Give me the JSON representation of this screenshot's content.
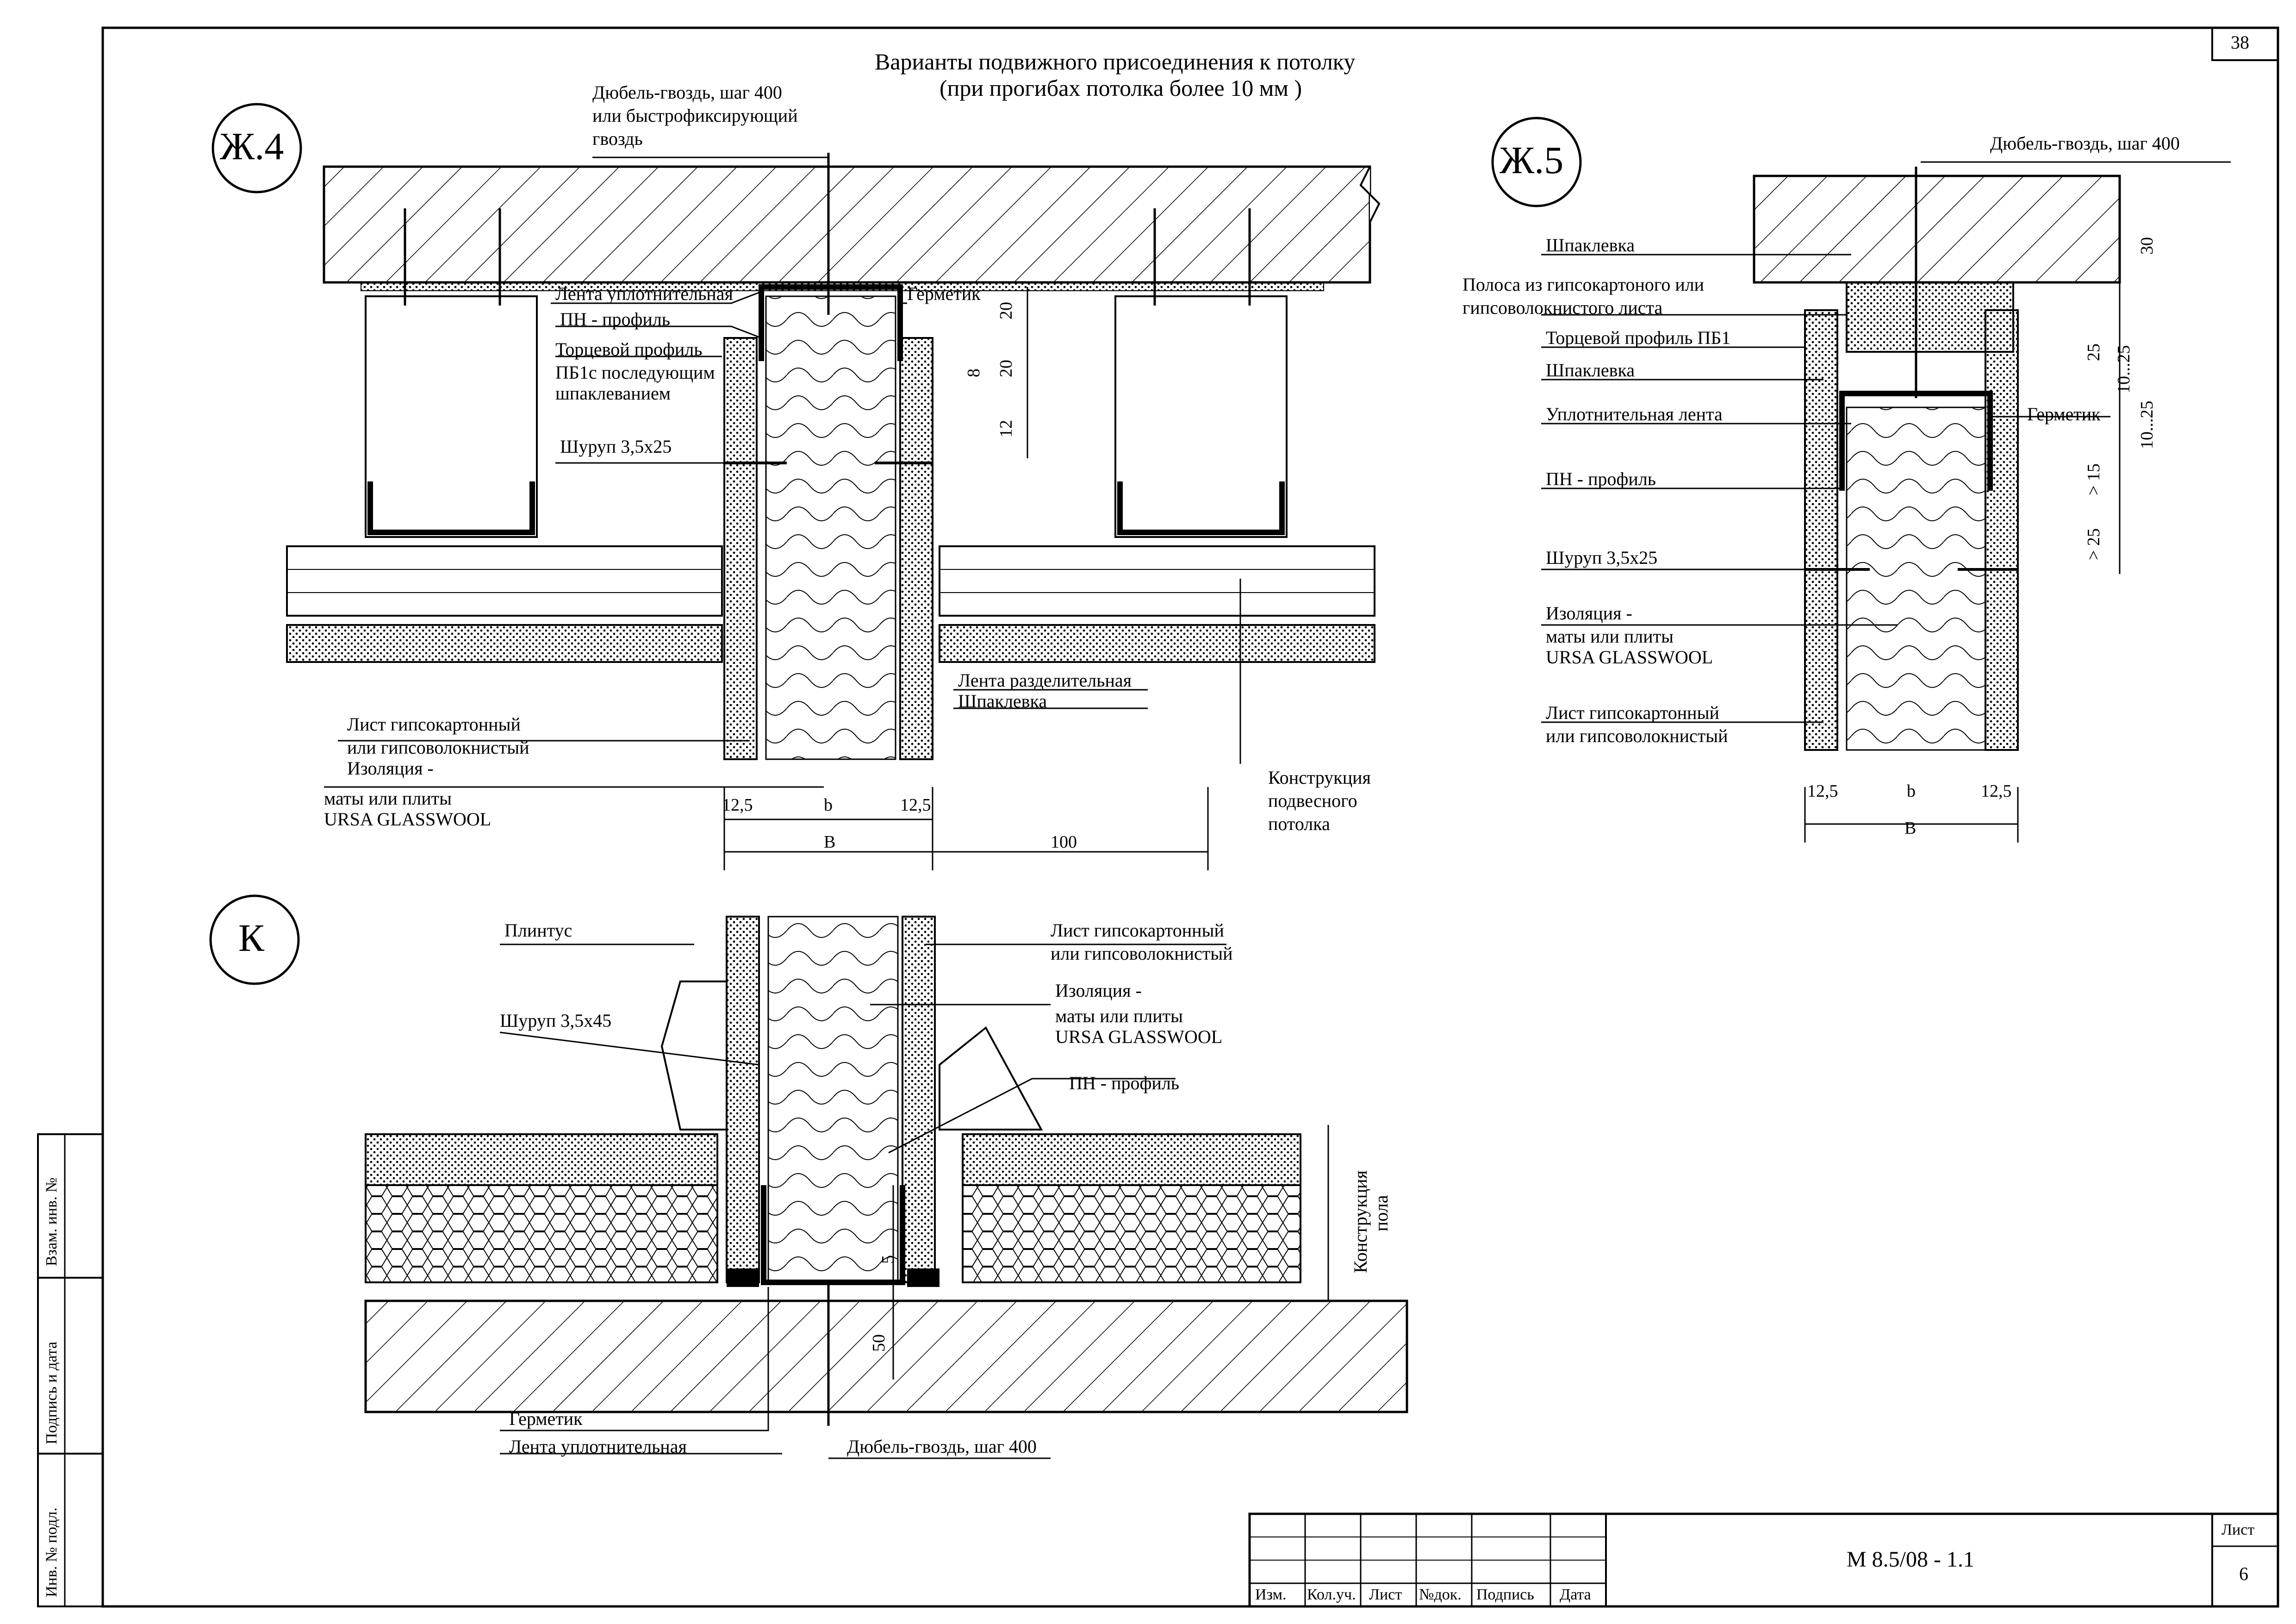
{
  "sheet": {
    "page_number": "38",
    "title_line1": "Варианты подвижного присоединения к потолку",
    "title_line2": "(при прогибах потолка более 10 мм )"
  },
  "node_zh4": {
    "id": "Ж.4",
    "dowel_label": "Дюбель-гвоздь, шаг 400",
    "dowel_label_2": "или быстрофиксирующий",
    "dowel_label_3": "гвоздь",
    "tape_label": "Лента уплотнительная",
    "sealant_label": "Герметик",
    "pn_profile_label": "ПН - профиль",
    "end_profile_label": "Торцевой профиль",
    "end_profile_label_2": "ПБ1с последующим",
    "end_profile_label_3": "шпаклеванием",
    "screw_label": "Шуруп 3,5х25",
    "separation_tape_label": "Лента разделительная",
    "putty_label": "Шпаклевка",
    "gypsum_sheet_label": "Лист гипсокартонный",
    "gypsum_sheet_label_2": "или гипсоволокнистый",
    "insulation_label": "Изоляция -",
    "insulation_label_2": "маты или плиты",
    "insulation_label_3": "URSA GLASSWOOL",
    "ceiling_construction_label": "Конструкция",
    "ceiling_construction_label_2": "подвесного",
    "ceiling_construction_label_3": "потолка",
    "dims": {
      "d20a": "20",
      "d20b": "20",
      "d8": "8",
      "d12": "12",
      "d125a": "12,5",
      "b": "b",
      "d125b": "12,5",
      "B": "B",
      "d100": "100"
    }
  },
  "node_zh5": {
    "id": "Ж.5",
    "dowel_label": "Дюбель-гвоздь, шаг 400",
    "putty_label": "Шпаклевка",
    "strip_label": "Полоса из гипсокартоного  или",
    "strip_label_2": "гипсоволокнистого листа",
    "end_profile_label": "Торцевой профиль ПБ1",
    "putty_label_2": "Шпаклевка",
    "sealing_tape_label": "Уплотнительная лента",
    "sealant_label": "Герметик",
    "pn_profile_label": "ПН - профиль",
    "screw_label": "Шуруп 3,5х25",
    "insulation_label": "Изоляция -",
    "insulation_label_2": "маты или плиты",
    "insulation_label_3": "URSA GLASSWOOL",
    "gypsum_sheet_label": "Лист гипсокартонный",
    "gypsum_sheet_label_2": "или гипсоволокнистый",
    "dims": {
      "d30": "30",
      "d25a": "25",
      "d1025a": "10...25",
      "d1025b": "10...25",
      "d15": "> 15",
      "d25b": "> 25",
      "d125a": "12,5",
      "b": "b",
      "d125b": "12,5",
      "B": "B"
    }
  },
  "node_k": {
    "id": "К",
    "plinth_label": "Плинтус",
    "screw_label": "Шуруп 3,5х45",
    "gypsum_sheet_label": "Лист гипсокартонный",
    "gypsum_sheet_label_2": "или гипсоволокнистый",
    "insulation_label": "Изоляция -",
    "insulation_label_2": "маты или плиты",
    "insulation_label_3": "URSA GLASSWOOL",
    "pn_profile_label": "ПН - профиль",
    "floor_construction_label": "Конструкция",
    "floor_construction_label_2": "пола",
    "sealant_label": "Герметик",
    "tape_label": "Лента уплотнительная",
    "dowel_label": "Дюбель-гвоздь, шаг 400",
    "dims": {
      "d5": "5",
      "d50": "50"
    }
  },
  "side_stamp": {
    "replaces": "Взам. инв. №",
    "signature_date": "Подпись и дата",
    "inventory": "Инв. № подл."
  },
  "title_block": {
    "headers": [
      "Изм.",
      "Кол.уч.",
      "Лист",
      "№док.",
      "Подпись",
      "Дата"
    ],
    "designation": "М 8.5/08 - 1.1",
    "sheet_label": "Лист",
    "sheet_number": "6"
  }
}
